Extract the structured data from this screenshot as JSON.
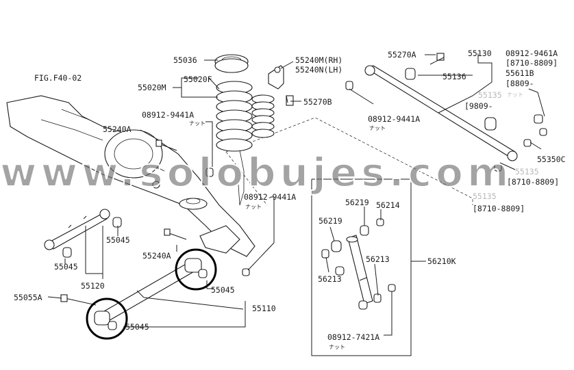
{
  "figure": {
    "fig_label": "FIG.F40-02",
    "parts": {
      "p55036": "55036",
      "p55240m": "55240M(RH)",
      "p55240n": "55240N(LH)",
      "p55020m": "55020M",
      "p55020f": "55020F",
      "p55270b": "55270B",
      "p55270a": "55270A",
      "p55130": "55130",
      "p55136": "55136",
      "p9461": "08912-9461A",
      "r8710a": "[8710-8809]",
      "p55611b": "55611B",
      "r8809": "[8809-",
      "p55135a": "55135",
      "r9809": "[9809-",
      "p9441_top": "08912-9441A",
      "p9441_right": "08912-9441A",
      "p55240a_top": "55240A",
      "p55350c": "55350C",
      "p55135b": "55135",
      "r8710b": "[8710-8809]",
      "p55135c": "55135",
      "r8710c": "[8710-8809]",
      "p9441_mid": "08912-9441A",
      "p56219a": "56219",
      "p56214": "56214",
      "p56219b": "56219",
      "p56213a": "56213",
      "p56213b": "56213",
      "p56210k": "56210K",
      "p55045a": "55045",
      "p55045b": "55045",
      "p55120": "55120",
      "p55240a_bot": "55240A",
      "p55045c": "55045",
      "p55055a": "55055A",
      "p55110": "55110",
      "p55045d": "55045",
      "p7421": "08912-7421A",
      "nut": "ナット"
    },
    "watermark": "www.solobujes.com",
    "highlight_color": "#000000"
  }
}
